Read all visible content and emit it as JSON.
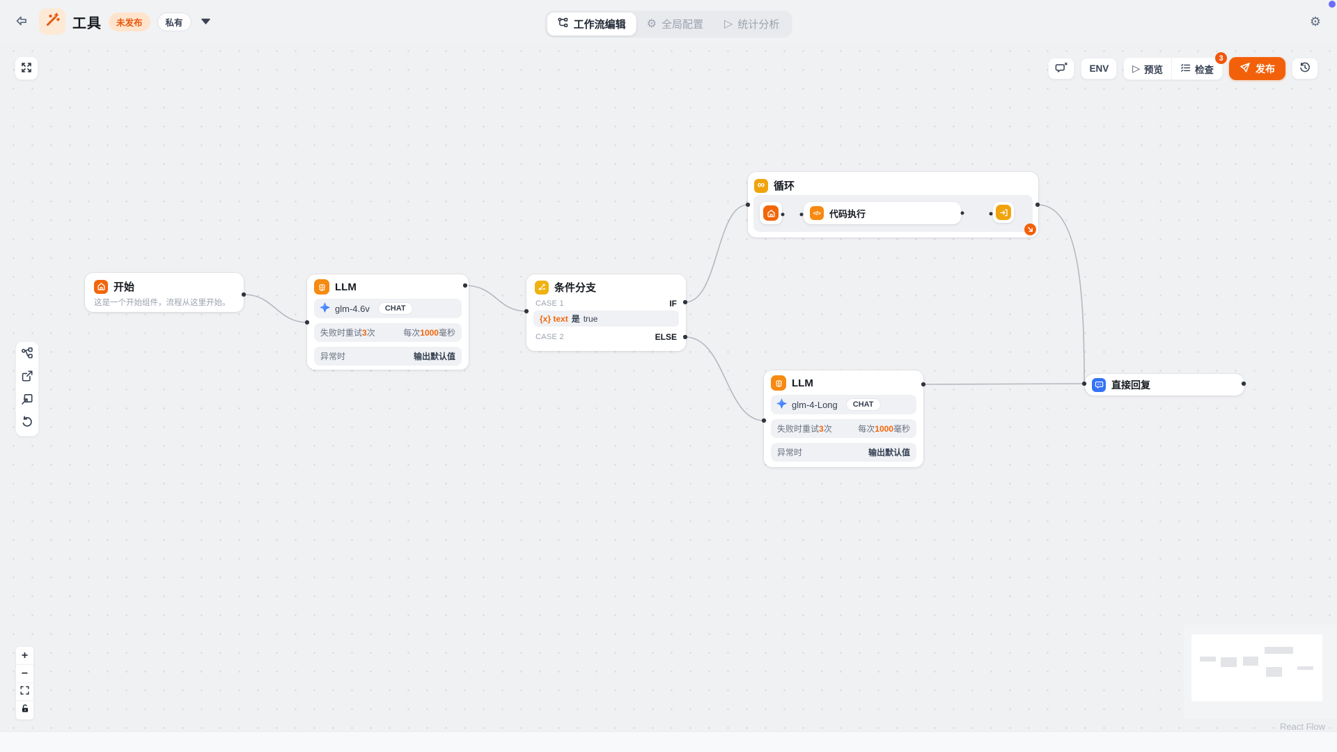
{
  "header": {
    "title": "工具",
    "status_badge": "未发布",
    "visibility_badge": "私有",
    "tabs": [
      {
        "label": "工作流编辑"
      },
      {
        "label": "全局配置"
      },
      {
        "label": "统计分析"
      }
    ]
  },
  "actions": {
    "env": "ENV",
    "preview": "预览",
    "check": "检查",
    "check_count": "3",
    "publish": "发布"
  },
  "nodes": {
    "start": {
      "title": "开始",
      "description": "这是一个开始组件，流程从这里开始。"
    },
    "llm1": {
      "title": "LLM",
      "model": "glm-4.6v",
      "mode": "CHAT",
      "retry_label": "失败时重试",
      "retry_count": "3",
      "retry_unit": "次",
      "interval_label": "每次",
      "interval_value": "1000",
      "interval_unit": "毫秒",
      "exception_label": "异常时",
      "exception_value": "输出默认值"
    },
    "condition": {
      "title": "条件分支",
      "case1_label": "CASE 1",
      "case1_branch": "IF",
      "variable": "{x} text",
      "operator": "是",
      "value": "true",
      "case2_label": "CASE 2",
      "case2_branch": "ELSE"
    },
    "loop": {
      "title": "循环",
      "child_title": "代码执行"
    },
    "llm2": {
      "title": "LLM",
      "model": "glm-4-Long",
      "mode": "CHAT",
      "retry_label": "失败时重试",
      "retry_count": "3",
      "retry_unit": "次",
      "interval_label": "每次",
      "interval_value": "1000",
      "interval_unit": "毫秒",
      "exception_label": "异常时",
      "exception_value": "输出默认值"
    },
    "answer": {
      "title": "直接回复"
    }
  },
  "attribution": "React Flow",
  "colors": {
    "accent_orange": "#f1660a",
    "amber": "#efb211",
    "loop_amber": "#f0a30d",
    "answer_blue": "#3572f5",
    "publish_orange": "#f2610a"
  }
}
